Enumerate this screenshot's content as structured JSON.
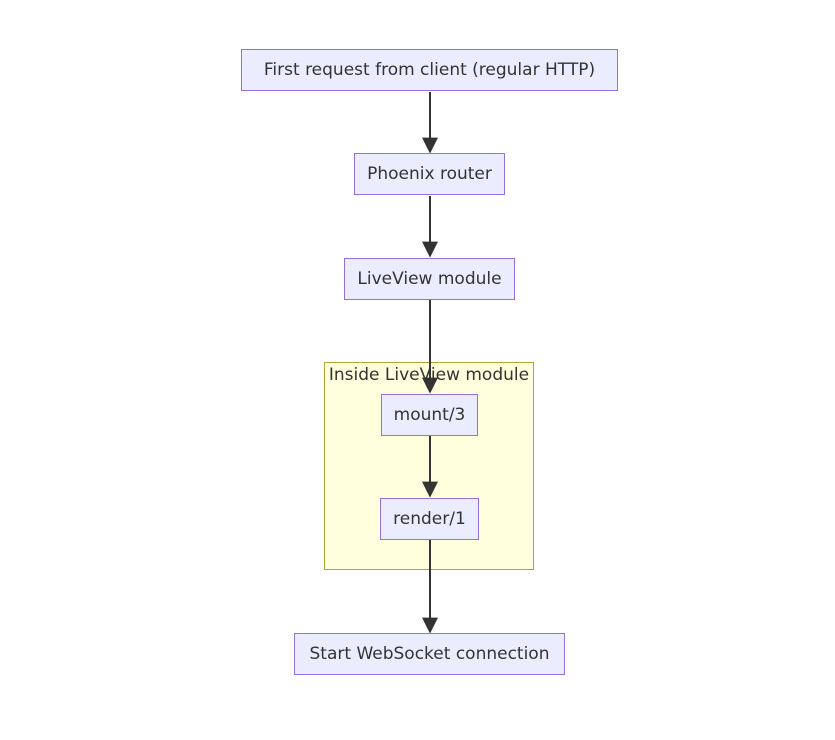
{
  "diagram": {
    "nodes": {
      "first_request": "First request from client (regular HTTP)",
      "router": "Phoenix router",
      "liveview_module": "LiveView module",
      "mount": "mount/3",
      "render": "render/1",
      "websocket": "Start WebSocket connection"
    },
    "subgraph": {
      "title": "Inside LiveView module"
    },
    "edges": [
      {
        "from": "first_request",
        "to": "router"
      },
      {
        "from": "router",
        "to": "liveview_module"
      },
      {
        "from": "liveview_module",
        "to": "mount"
      },
      {
        "from": "mount",
        "to": "render"
      },
      {
        "from": "render",
        "to": "websocket"
      }
    ],
    "colors": {
      "node_fill": "#ececff",
      "node_border": "#9370db",
      "cluster_fill": "#ffffde",
      "cluster_border": "#aaaa33",
      "edge": "#333333"
    }
  }
}
